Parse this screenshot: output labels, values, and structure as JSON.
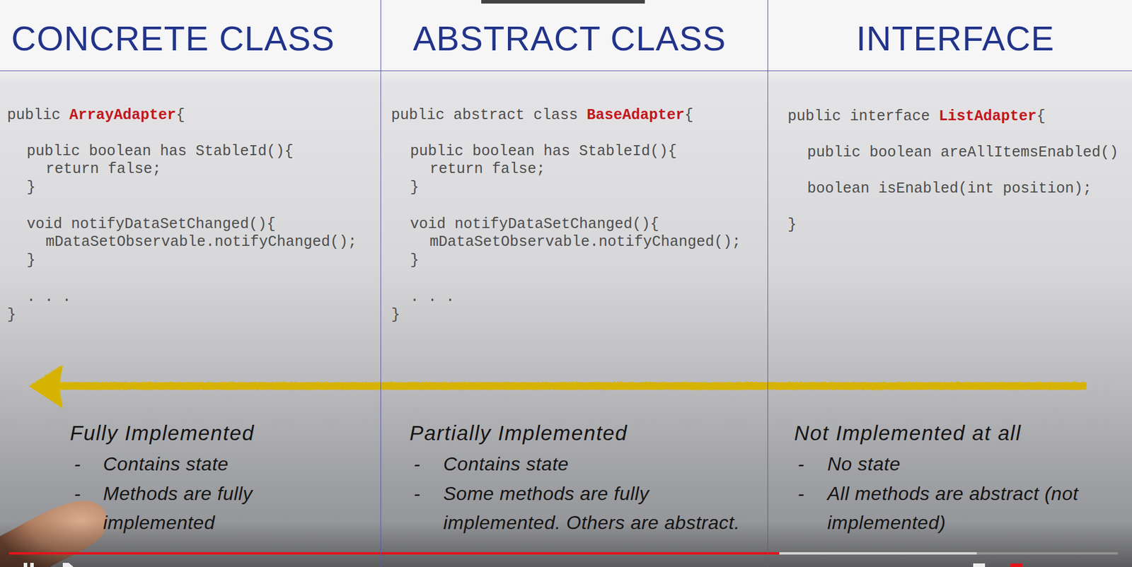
{
  "diagram": {
    "nodes": [
      {
        "text": [
          "CONCRETE CLASS",
          "public",
          "ArrayAdapter",
          "{",
          "public boolean has StableId(){",
          "return false;",
          "}",
          "void notifyDataSetChanged(){",
          "mDataSetObservable.notifyChanged();",
          "}",
          ". . .",
          "}",
          "Fully Implemented",
          "-",
          "Contains state",
          "-",
          "Methods are fully implemented"
        ]
      },
      {
        "text": [
          "ABSTRACT CLASS",
          "public abstract class",
          "BaseAdapter",
          "{",
          "public boolean has StableId(){",
          "return false;",
          "}",
          "void notifyDataSetChanged(){",
          "mDataSetObservable.notifyChanged();",
          "}",
          ". . .",
          "}",
          "Partially Implemented",
          "-",
          "Contains state",
          "-",
          "Some methods are fully implemented. Others are abstract."
        ]
      },
      {
        "text": [
          "INTERFACE",
          "public interface",
          "ListAdapter",
          "{",
          "public boolean areAllItemsEnabled()",
          "boolean isEnabled(int position);",
          "}",
          "Not Implemented at all",
          "-",
          "No state",
          "-",
          "All methods are abstract (not implemented)"
        ]
      }
    ]
  }
}
